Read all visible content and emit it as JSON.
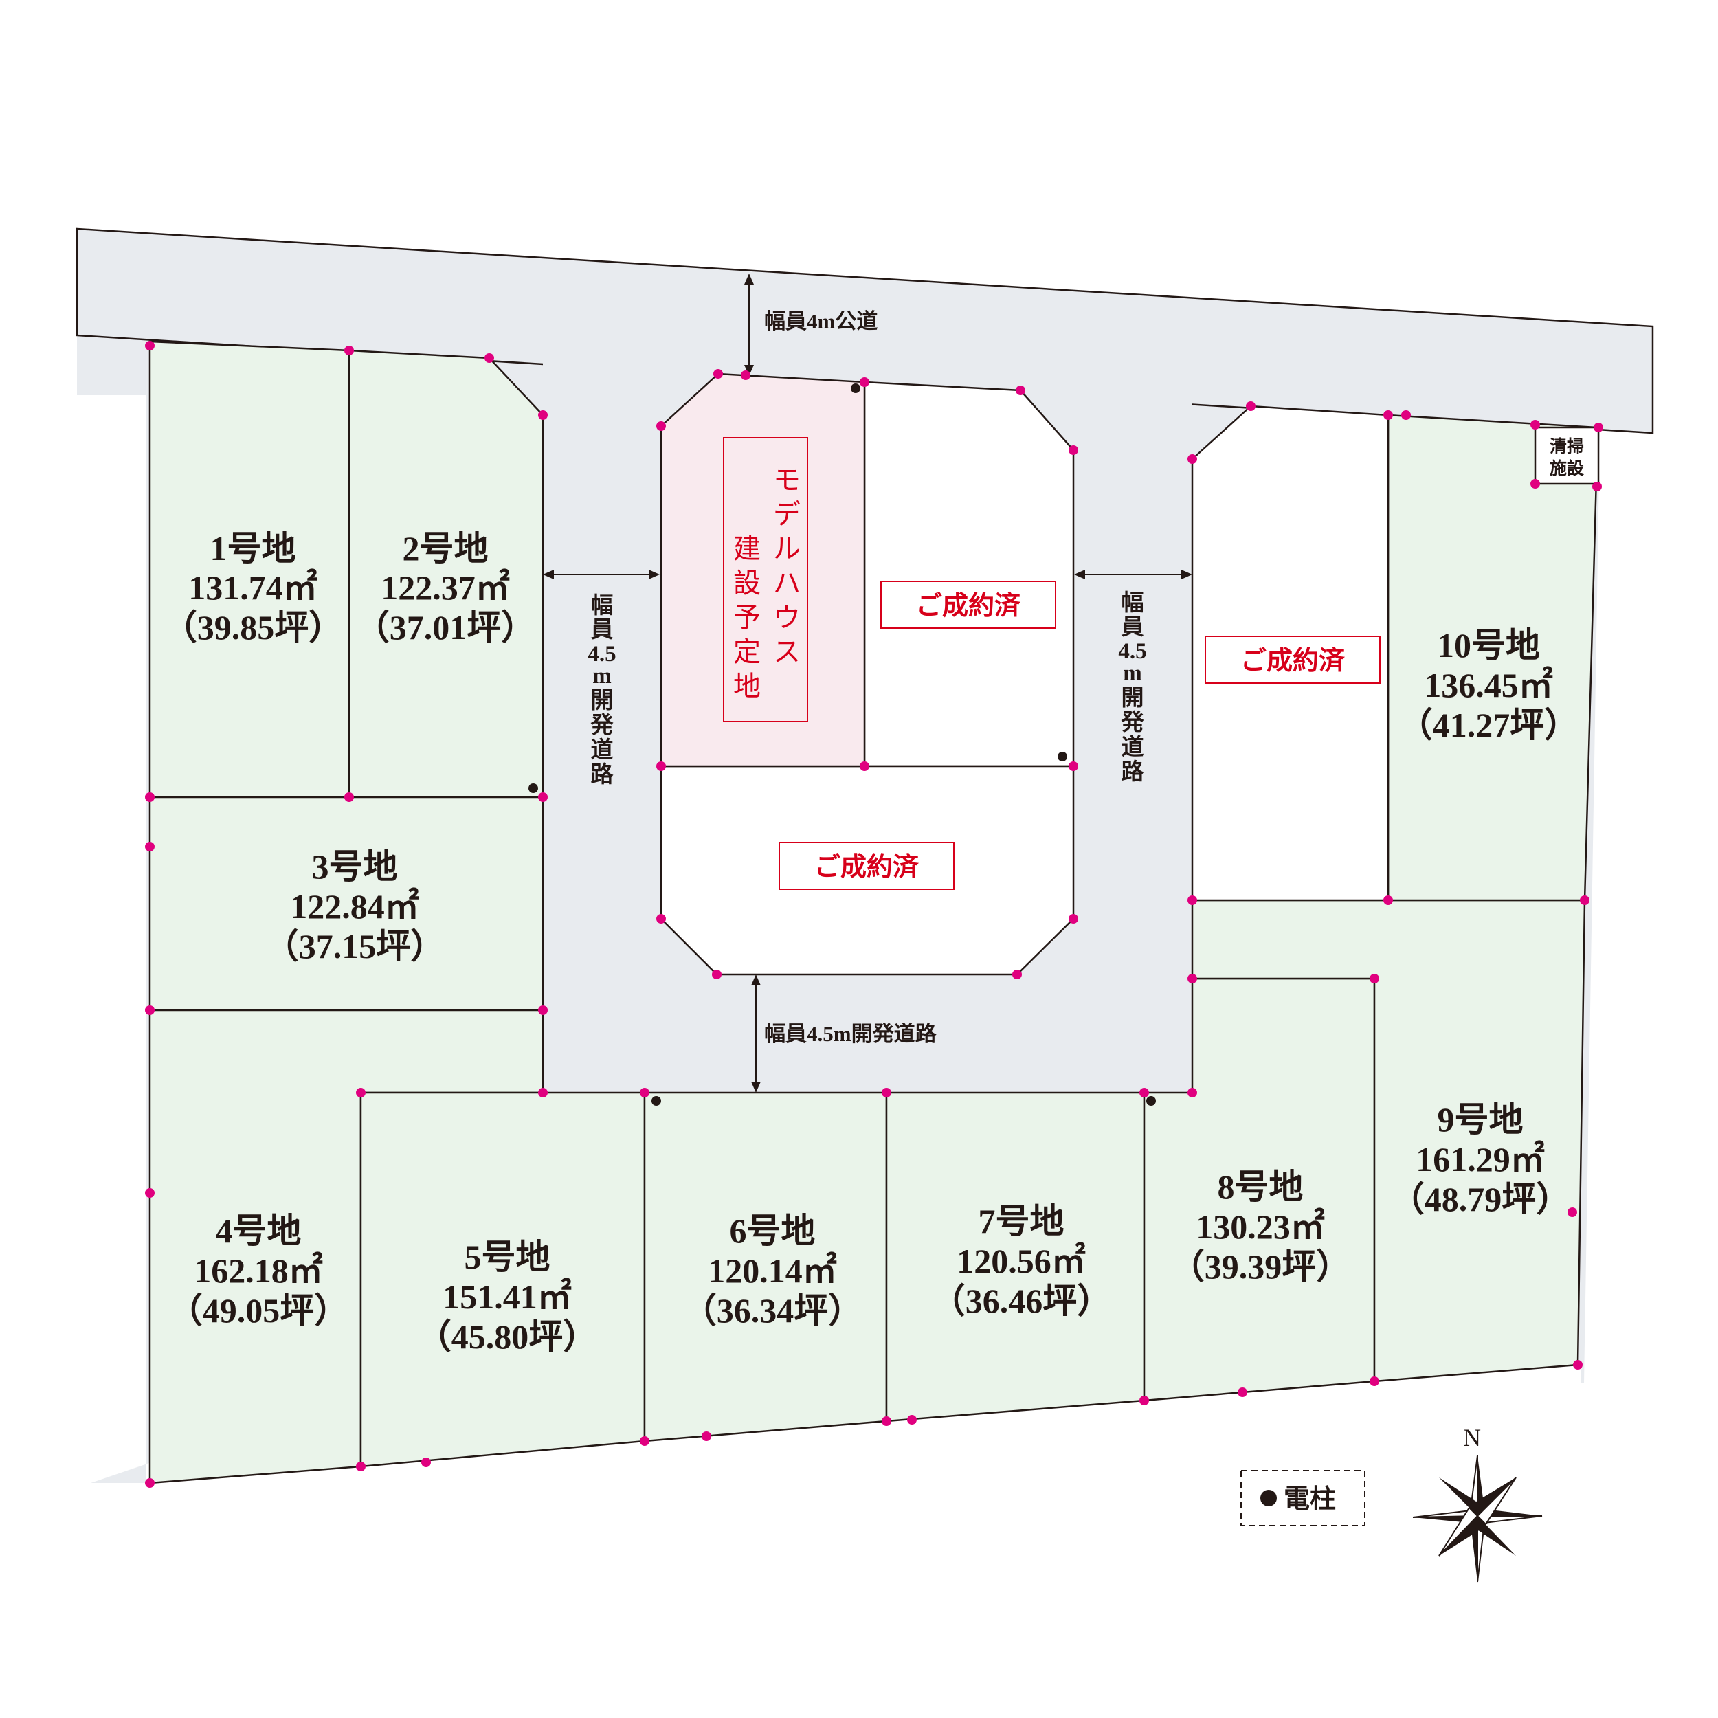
{
  "roads": {
    "public": "幅員4m公道",
    "dev_left": [
      "幅",
      "員",
      "4.5",
      "m",
      "開",
      "発",
      "道",
      "路"
    ],
    "dev_right": [
      "幅",
      "員",
      "4.5",
      "m",
      "開",
      "発",
      "道",
      "路"
    ],
    "dev_bottom": "幅員4.5m開発道路"
  },
  "lots": [
    {
      "name": "1号地",
      "area": "131.74㎡",
      "tsubo": "（39.85坪）"
    },
    {
      "name": "2号地",
      "area": "122.37㎡",
      "tsubo": "（37.01坪）"
    },
    {
      "name": "3号地",
      "area": "122.84㎡",
      "tsubo": "（37.15坪）"
    },
    {
      "name": "4号地",
      "area": "162.18㎡",
      "tsubo": "（49.05坪）"
    },
    {
      "name": "5号地",
      "area": "151.41㎡",
      "tsubo": "（45.80坪）"
    },
    {
      "name": "6号地",
      "area": "120.14㎡",
      "tsubo": "（36.34坪）"
    },
    {
      "name": "7号地",
      "area": "120.56㎡",
      "tsubo": "（36.46坪）"
    },
    {
      "name": "8号地",
      "area": "130.23㎡",
      "tsubo": "（39.39坪）"
    },
    {
      "name": "9号地",
      "area": "161.29㎡",
      "tsubo": "（48.79坪）"
    },
    {
      "name": "10号地",
      "area": "136.45㎡",
      "tsubo": "（41.27坪）"
    }
  ],
  "sold_label": "ご成約済",
  "model_house": [
    "モデルハウス",
    "建設予定地"
  ],
  "facility": [
    "清掃",
    "施設"
  ],
  "legend": {
    "label": "電柱"
  },
  "compass": {
    "label": "N"
  },
  "colors": {
    "lot_fill": "#eaf4ea",
    "road_fill": "#e8ebef",
    "model_fill": "#f9eaee",
    "boundary_marker": "#e0007f",
    "sold_text": "#d7001a",
    "outline": "#231815"
  }
}
